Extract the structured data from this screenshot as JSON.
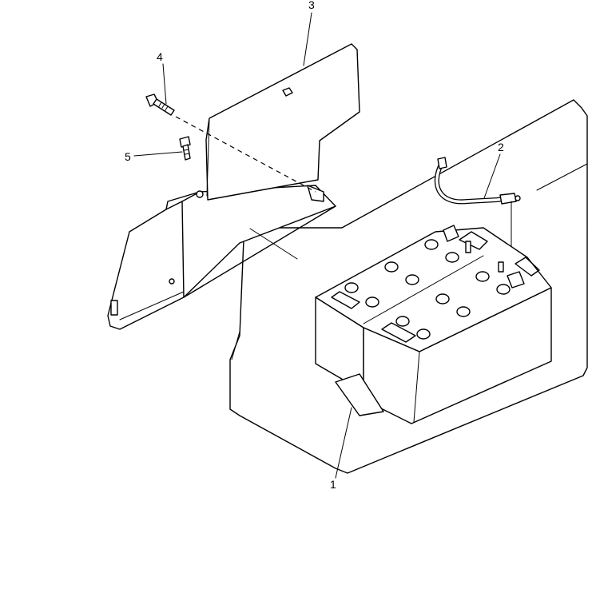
{
  "callouts": [
    {
      "id": "battery",
      "label": "1"
    },
    {
      "id": "cable",
      "label": "2"
    },
    {
      "id": "cover",
      "label": "3"
    },
    {
      "id": "bolt-long",
      "label": "4"
    },
    {
      "id": "bolt-short",
      "label": "5"
    }
  ]
}
